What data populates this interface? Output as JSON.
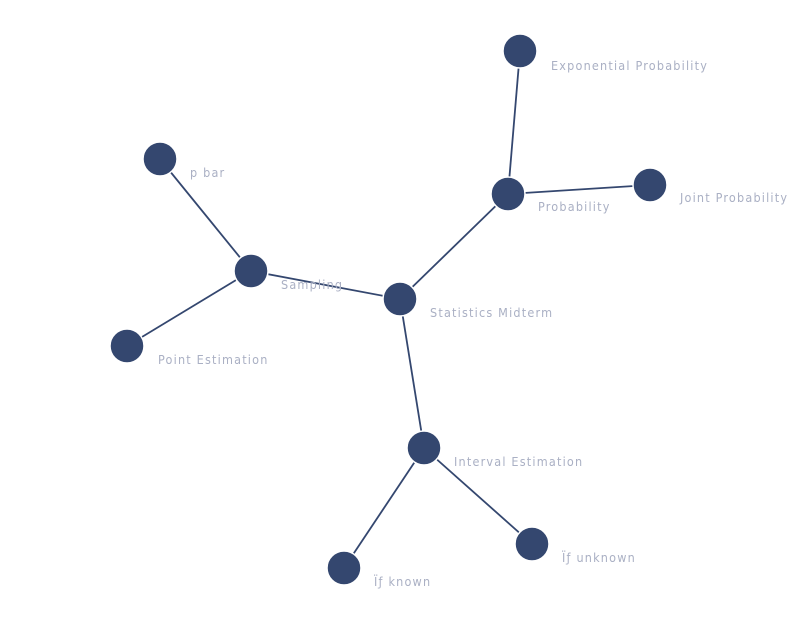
{
  "colors": {
    "node": "#34476f",
    "edge": "#34476f",
    "label": "#aab0c4",
    "background": "#ffffff"
  },
  "nodes": [
    {
      "id": "statistics-midterm",
      "label": "Statistics Midterm"
    },
    {
      "id": "probability",
      "label": "Probability"
    },
    {
      "id": "exponential-probability",
      "label": "Exponential Probability"
    },
    {
      "id": "joint-probability",
      "label": "Joint Probability"
    },
    {
      "id": "sampling",
      "label": "Sampling"
    },
    {
      "id": "p-bar",
      "label": "p bar"
    },
    {
      "id": "point-estimation",
      "label": "Point Estimation"
    },
    {
      "id": "interval-estimation",
      "label": "Interval Estimation"
    },
    {
      "id": "sigma-known",
      "label": "Ïƒ known"
    },
    {
      "id": "sigma-unknown",
      "label": "Ïƒ unknown"
    }
  ],
  "edges": [
    {
      "from": "statistics-midterm",
      "to": "probability"
    },
    {
      "from": "probability",
      "to": "exponential-probability"
    },
    {
      "from": "probability",
      "to": "joint-probability"
    },
    {
      "from": "statistics-midterm",
      "to": "sampling"
    },
    {
      "from": "sampling",
      "to": "p-bar"
    },
    {
      "from": "sampling",
      "to": "point-estimation"
    },
    {
      "from": "statistics-midterm",
      "to": "interval-estimation"
    },
    {
      "from": "interval-estimation",
      "to": "sigma-known"
    },
    {
      "from": "interval-estimation",
      "to": "sigma-unknown"
    }
  ]
}
